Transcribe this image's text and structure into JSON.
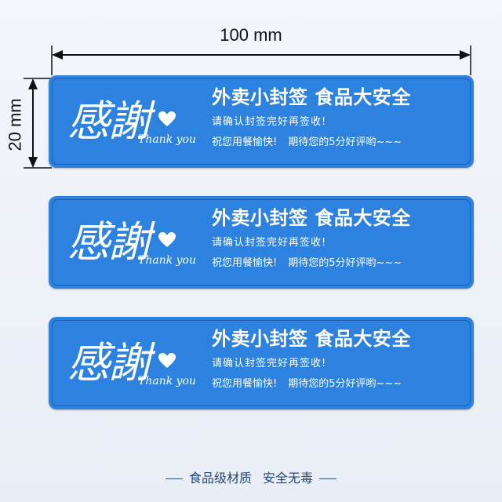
{
  "dimensions": {
    "width_label": "100 mm",
    "height_label": "20 mm"
  },
  "stickers": [
    {
      "thanks_chinese": "感謝",
      "thanks_english": "Thank you",
      "headline": "外卖小封签 食品大安全",
      "line1": "请确认封签完好再签收!",
      "line2_a": "祝您用餐愉快!",
      "line2_b": "期待您的5分好评哟~~~"
    },
    {
      "thanks_chinese": "感謝",
      "thanks_english": "Thank you",
      "headline": "外卖小封签 食品大安全",
      "line1": "请确认封签完好再签收!",
      "line2_a": "祝您用餐愉快!",
      "line2_b": "期待您的5分好评哟~~~"
    },
    {
      "thanks_chinese": "感謝",
      "thanks_english": "Thank you",
      "headline": "外卖小封签 食品大安全",
      "line1": "请确认封签完好再签收!",
      "line2_a": "祝您用餐愉快!",
      "line2_b": "期待您的5分好评哟~~~"
    }
  ],
  "footer": {
    "left": "食品级材质",
    "right": "安全无毒"
  },
  "colors": {
    "sticker_blue": "#2c82de",
    "sticker_border": "#1b5fb0",
    "footer_text": "#23497a"
  },
  "icons": [
    "heart-icon",
    "dimension-arrow-icon"
  ]
}
